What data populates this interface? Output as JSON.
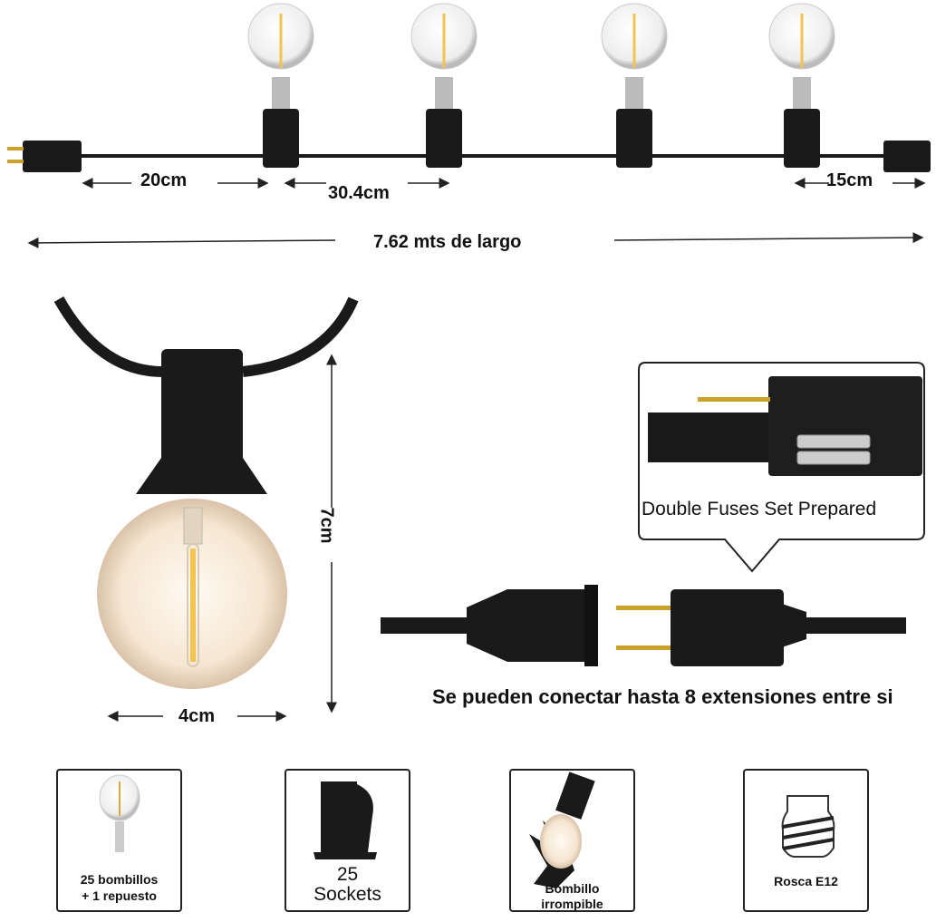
{
  "dimensions": {
    "socket_spacing_start": "20cm",
    "socket_spacing": "30.4cm",
    "end_spacing": "15cm",
    "total_length": "7.62 mts de largo",
    "bulb_height": "7cm",
    "bulb_width": "4cm"
  },
  "fuse_callout": "Double Fuses Set Prepared",
  "connect_note": "Se pueden conectar hasta 8 extensiones entre si",
  "features": [
    {
      "icon": "bulb-icon",
      "label_line1": "25 bombillos",
      "label_line2": "+ 1 repuesto"
    },
    {
      "icon": "socket-icon",
      "label_line1": "25",
      "label_line2": "Sockets"
    },
    {
      "icon": "shatterproof-bulb-icon",
      "label_line1": "Bombillo",
      "label_line2": "irrompible"
    },
    {
      "icon": "e12-screw-base-icon",
      "label_line1": "Rosca E12"
    }
  ],
  "colors": {
    "cable": "#1a1a1a",
    "bulb_glow": "#f6e6d2",
    "filament": "#f2c451"
  }
}
